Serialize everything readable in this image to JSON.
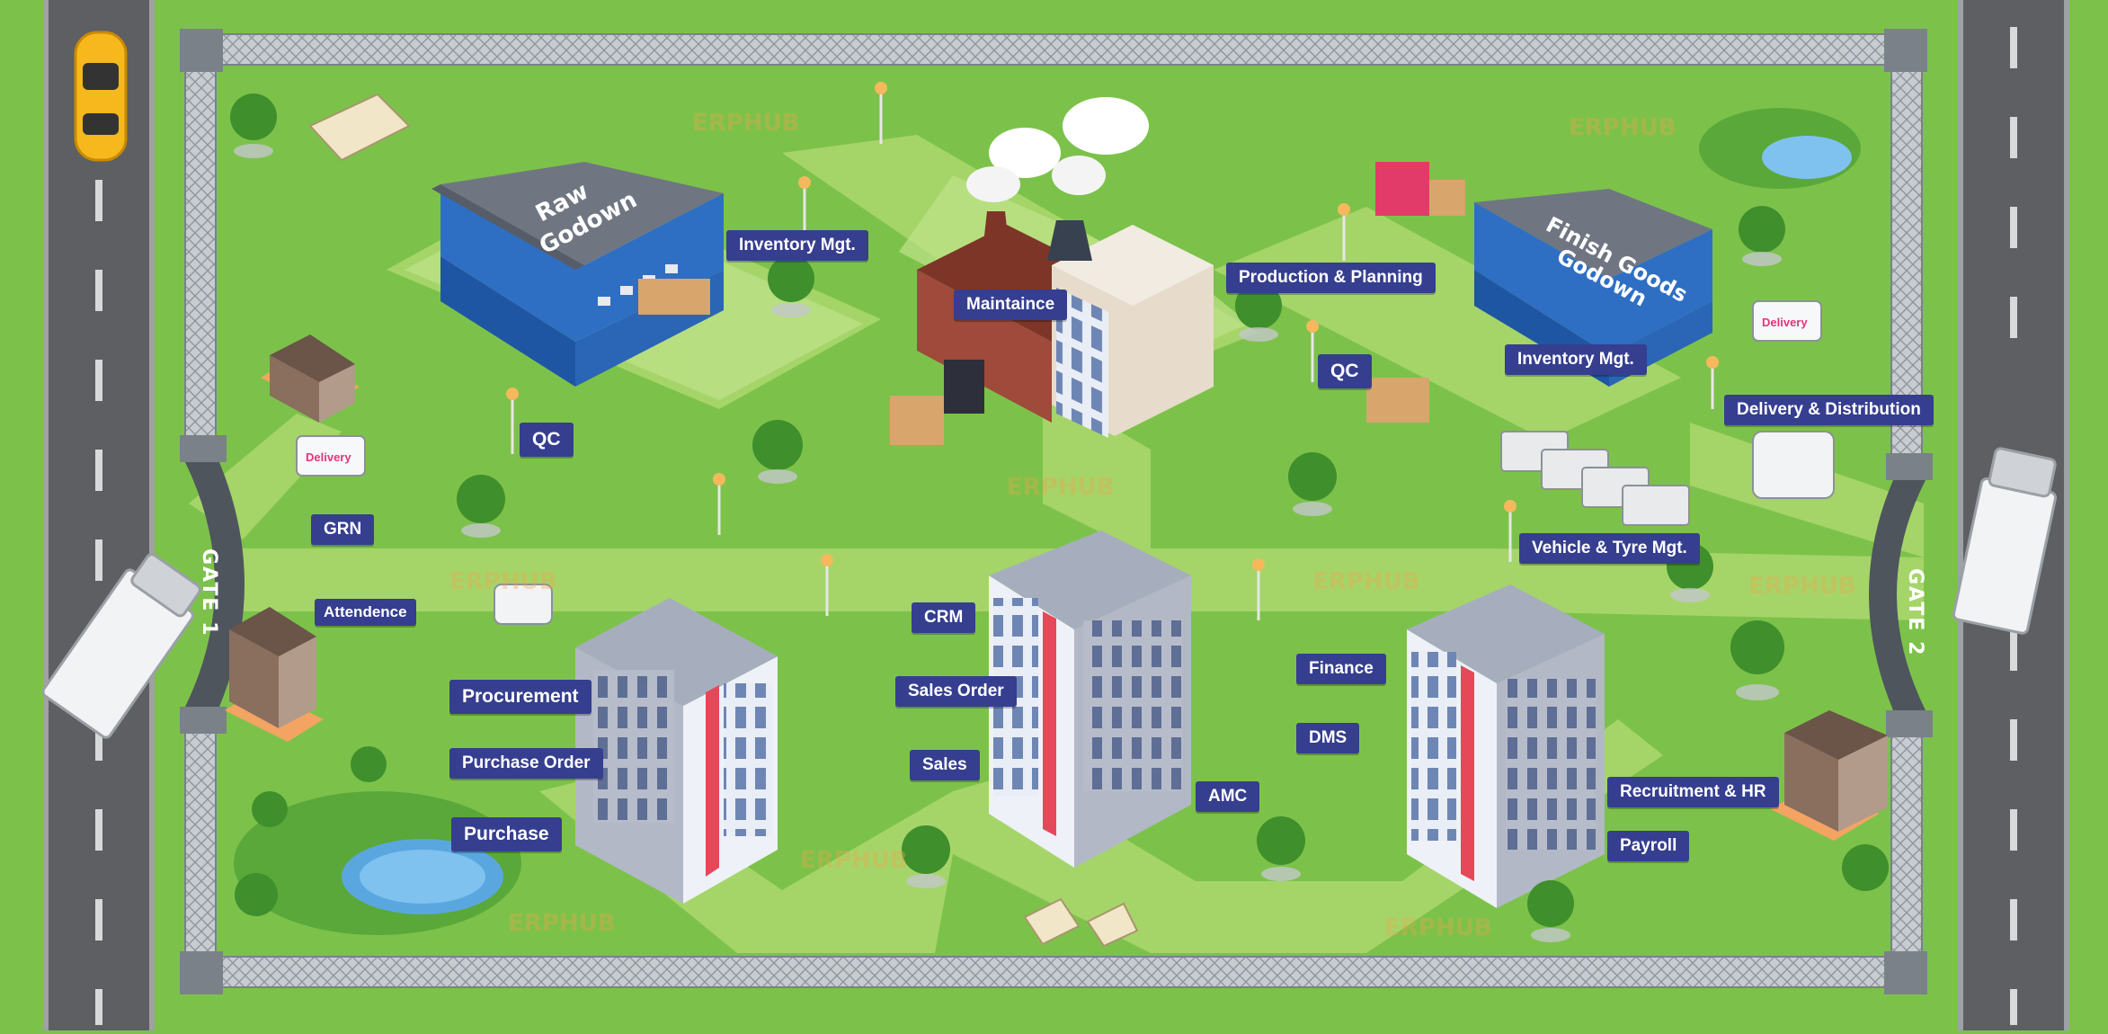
{
  "gates": {
    "gate1": "GATE 1",
    "gate2": "GATE 2"
  },
  "buildings": {
    "raw_godown": [
      "Raw",
      "Godown"
    ],
    "finish_godown": [
      "Finish Goods",
      "Godown"
    ]
  },
  "truck_text": "Delivery",
  "modules": {
    "inventory_mgt_1": "Inventory Mgt.",
    "maintaince": "Maintaince",
    "production_planning": "Production & Planning",
    "qc_1": "QC",
    "qc_2": "QC",
    "inventory_mgt_2": "Inventory Mgt.",
    "delivery_distribution": "Delivery & Distribution",
    "vehicle_tyre_mgt": "Vehicle & Tyre Mgt.",
    "grn": "GRN",
    "attendence": "Attendence",
    "procurement": "Procurement",
    "purchase_order": "Purchase Order",
    "purchase": "Purchase",
    "crm": "CRM",
    "sales_order": "Sales Order",
    "sales": "Sales",
    "amc": "AMC",
    "finance": "Finance",
    "dms": "DMS",
    "recruitment_hr": "Recruitment & HR",
    "payroll": "Payroll"
  },
  "watermark": "ERPHUB",
  "colors": {
    "grass": "#7cc24a",
    "path": "#a8d66a",
    "label": "#353e8f",
    "road": "#5d5f62",
    "fence": "#8a9096",
    "godown_blue": "#2e6fc4",
    "roof_gray": "#6f7682"
  }
}
